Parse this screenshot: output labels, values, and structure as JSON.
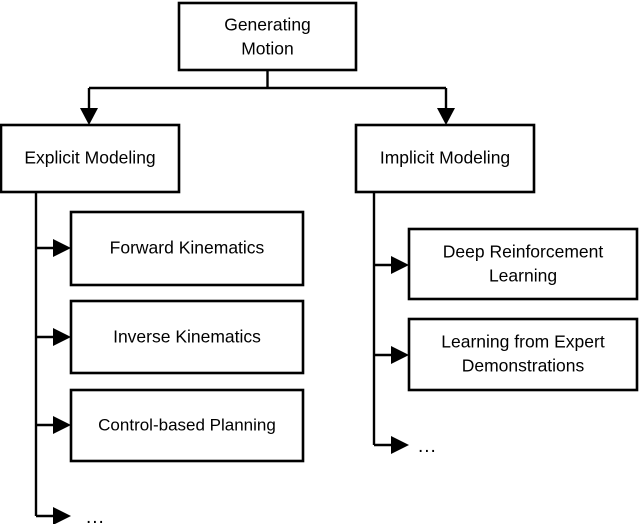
{
  "diagram": {
    "title": "Generating Motion taxonomy",
    "colors": {
      "stroke": "#000000",
      "fill": "#ffffff",
      "text": "#000000"
    },
    "root": {
      "line1": "Generating",
      "line2": "Motion"
    },
    "branches": [
      {
        "id": "explicit",
        "label": "Explicit Modeling",
        "children": [
          {
            "id": "forward-kinematics",
            "line1": "Forward Kinematics",
            "line2": ""
          },
          {
            "id": "inverse-kinematics",
            "line1": "Inverse Kinematics",
            "line2": ""
          },
          {
            "id": "control-based-planning",
            "line1": "Control-based Planning",
            "line2": ""
          }
        ],
        "more": "..."
      },
      {
        "id": "implicit",
        "label": "Implicit Modeling",
        "children": [
          {
            "id": "deep-reinforcement-learning",
            "line1": "Deep Reinforcement",
            "line2": "Learning"
          },
          {
            "id": "learning-from-expert-demonstrations",
            "line1": "Learning from Expert",
            "line2": "Demonstrations"
          }
        ],
        "more": "..."
      }
    ]
  }
}
